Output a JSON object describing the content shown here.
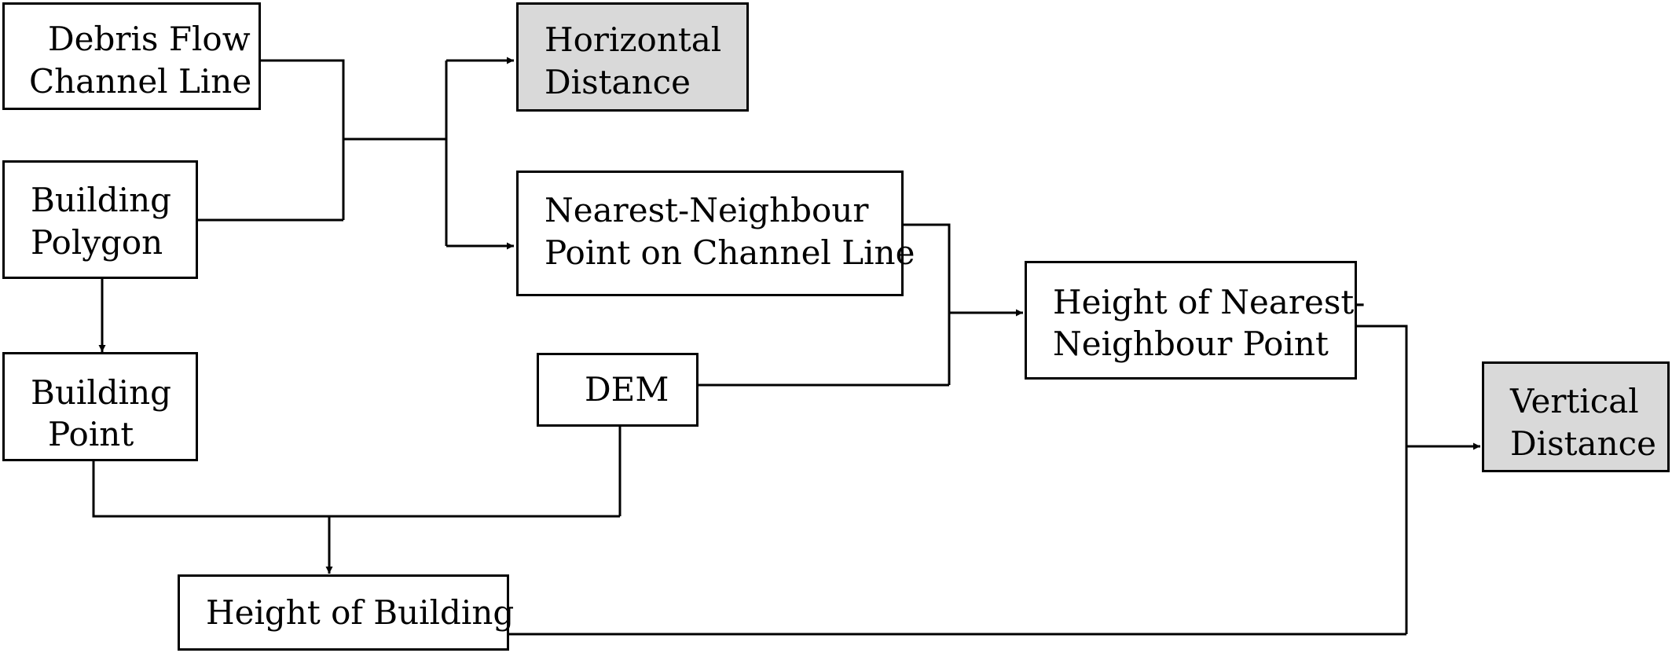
{
  "nodes": {
    "debris_flow_channel_line": {
      "line1": "Debris Flow",
      "line2": "Channel Line"
    },
    "building_polygon": {
      "line1": "Building",
      "line2": "Polygon"
    },
    "building_point": {
      "line1": "Building",
      "line2": "Point"
    },
    "horizontal_distance": {
      "line1": "Horizontal",
      "line2": "Distance"
    },
    "nearest_neighbour_point": {
      "line1": "Nearest-Neighbour",
      "line2": "Point on Channel Line"
    },
    "dem": {
      "line1": "DEM"
    },
    "height_of_nearest_neighbour_point": {
      "line1": "Height of Nearest-",
      "line2": "Neighbour Point"
    },
    "height_of_building": {
      "line1": "Height of Building"
    },
    "vertical_distance": {
      "line1": "Vertical",
      "line2": "Distance"
    }
  },
  "colors": {
    "output_fill": "#d9d9d9",
    "stroke": "#000000"
  }
}
